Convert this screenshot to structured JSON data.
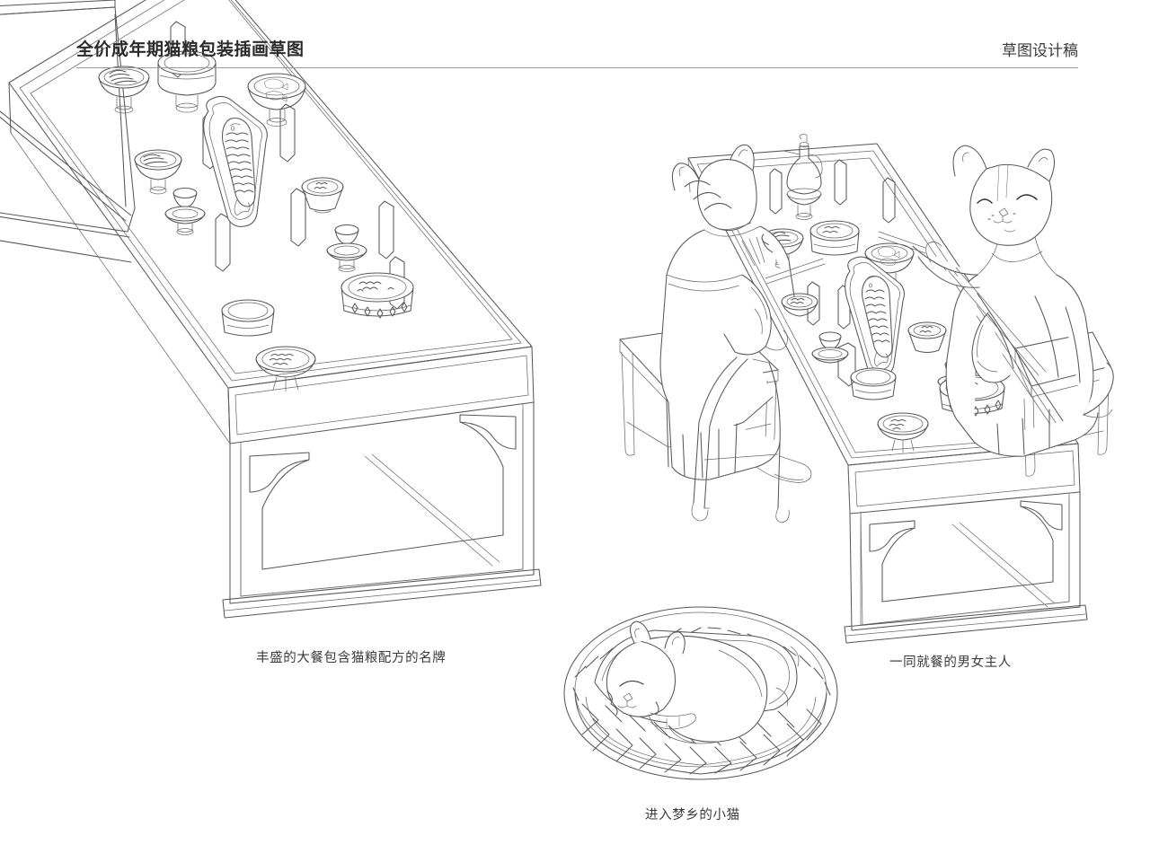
{
  "page": {
    "background_color": "#ffffff",
    "line_color": "#585858",
    "text_color": "#3a3a3a"
  },
  "header": {
    "title": "全价成年期猫粮包装插画草图",
    "subtitle": "草图设计稿",
    "rule_color": "#9b9b9b"
  },
  "captions": {
    "left": "丰盛的大餐包含猫粮配方的名牌",
    "right": "一同就餐的男女主人",
    "bottom": "进入梦乡的小猫"
  },
  "illustrations": [
    {
      "id": "banquet-table",
      "name": "丰盛的大餐",
      "caption": "丰盛的大餐包含猫粮配方的名牌",
      "description": "一张中式条桌的等轴测线稿，桌面摆满菜肴餐具",
      "items": [
        "whole-fish-platter",
        "steamer-basket",
        "noodle-bowl",
        "fish-soup-bowl",
        "rice-bowl",
        "tea-cup-with-stand",
        "decorated-basin",
        "footed-dish",
        "chopstick-rests"
      ]
    },
    {
      "id": "dining-couple",
      "name": "一同就餐的男女主人",
      "caption": "一同就餐的男女主人",
      "description": "两只穿中式长袍的猫相对而坐用餐，桌上有酒壶与菜肴",
      "items": [
        "male-cat-back-view",
        "female-cat-front-view",
        "wine-ewer-on-stand",
        "whole-fish-platter",
        "chopsticks",
        "stools",
        "dining-table"
      ]
    },
    {
      "id": "sleeping-kitten",
      "name": "进入梦乡的小猫",
      "caption": "进入梦乡的小猫",
      "description": "一只小猫蜷缩在编织藤篮的软垫上安睡",
      "items": [
        "woven-basket",
        "cushion",
        "curled-sleeping-cat"
      ]
    }
  ]
}
